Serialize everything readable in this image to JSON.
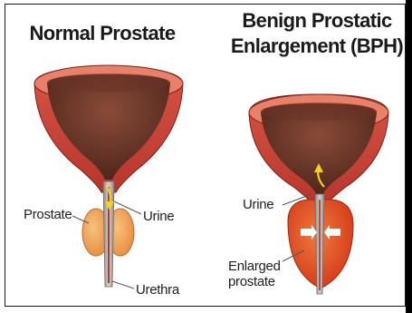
{
  "colors": {
    "bladder_outer": "#c9443a",
    "bladder_rim": "#e8806a",
    "bladder_inner": "#5a2e22",
    "bladder_inner_light": "#8a4b38",
    "prostate_normal": "#f2a35a",
    "prostate_enlarged": "#e2451f",
    "urethra": "#a8a29c",
    "arrow": "#f2d21e"
  },
  "panels": {
    "normal": {
      "title": "Normal Prostate",
      "labels": {
        "prostate": "Prostate",
        "urine": "Urine",
        "urethra": "Urethra"
      }
    },
    "bph": {
      "title_line1": "Benign Prostatic",
      "title_line2": "Enlargement (BPH)",
      "labels": {
        "urine": "Urine",
        "enlarged_line1": "Enlarged",
        "enlarged_line2": "prostate"
      }
    }
  }
}
